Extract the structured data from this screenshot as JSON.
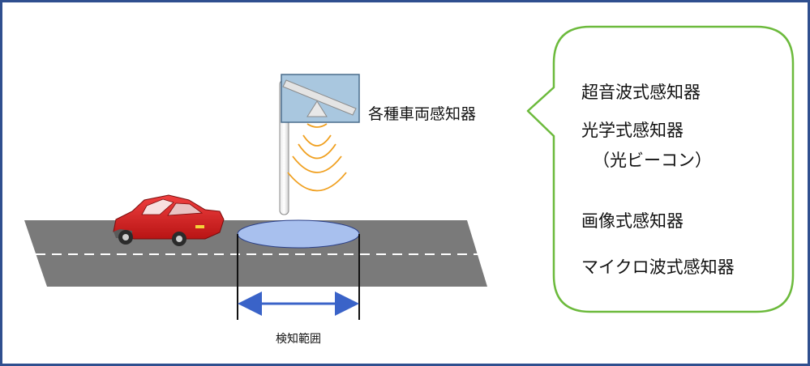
{
  "diagram": {
    "sensor_label": "各種車両感知器",
    "range_label": "検知範囲",
    "sensor_types": [
      "超音波式感知器",
      "光学式感知器",
      "（光ビーコン）",
      "画像式感知器",
      "マイクロ波式感知器"
    ]
  },
  "colors": {
    "frame": "#2f4f8f",
    "road": "#7a7a7a",
    "lane_marking": "#ffffff",
    "car_body": "#d81e1e",
    "sensor_box": "#a9c7df",
    "detection_area": "#a8c0ee",
    "waves": "#f0a020",
    "range_arrow": "#3a63c8",
    "bubble_border": "#6cba3c"
  }
}
